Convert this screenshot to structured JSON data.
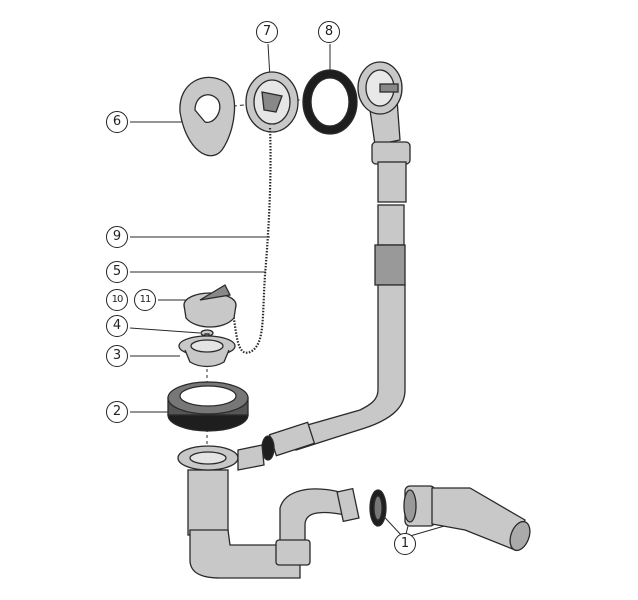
{
  "diagram": {
    "title": "",
    "labels": {
      "l1": "1",
      "l2": "2",
      "l3": "3",
      "l4": "4",
      "l5": "5",
      "l6": "6",
      "l7": "7",
      "l8": "8",
      "l9": "9",
      "l10": "10",
      "l11": "11"
    },
    "colors": {
      "part_fill": "#c8c8c8",
      "part_dark": "#8a8a8a",
      "outline": "#2a2a2a",
      "gasket": "#1e1e1e"
    }
  }
}
